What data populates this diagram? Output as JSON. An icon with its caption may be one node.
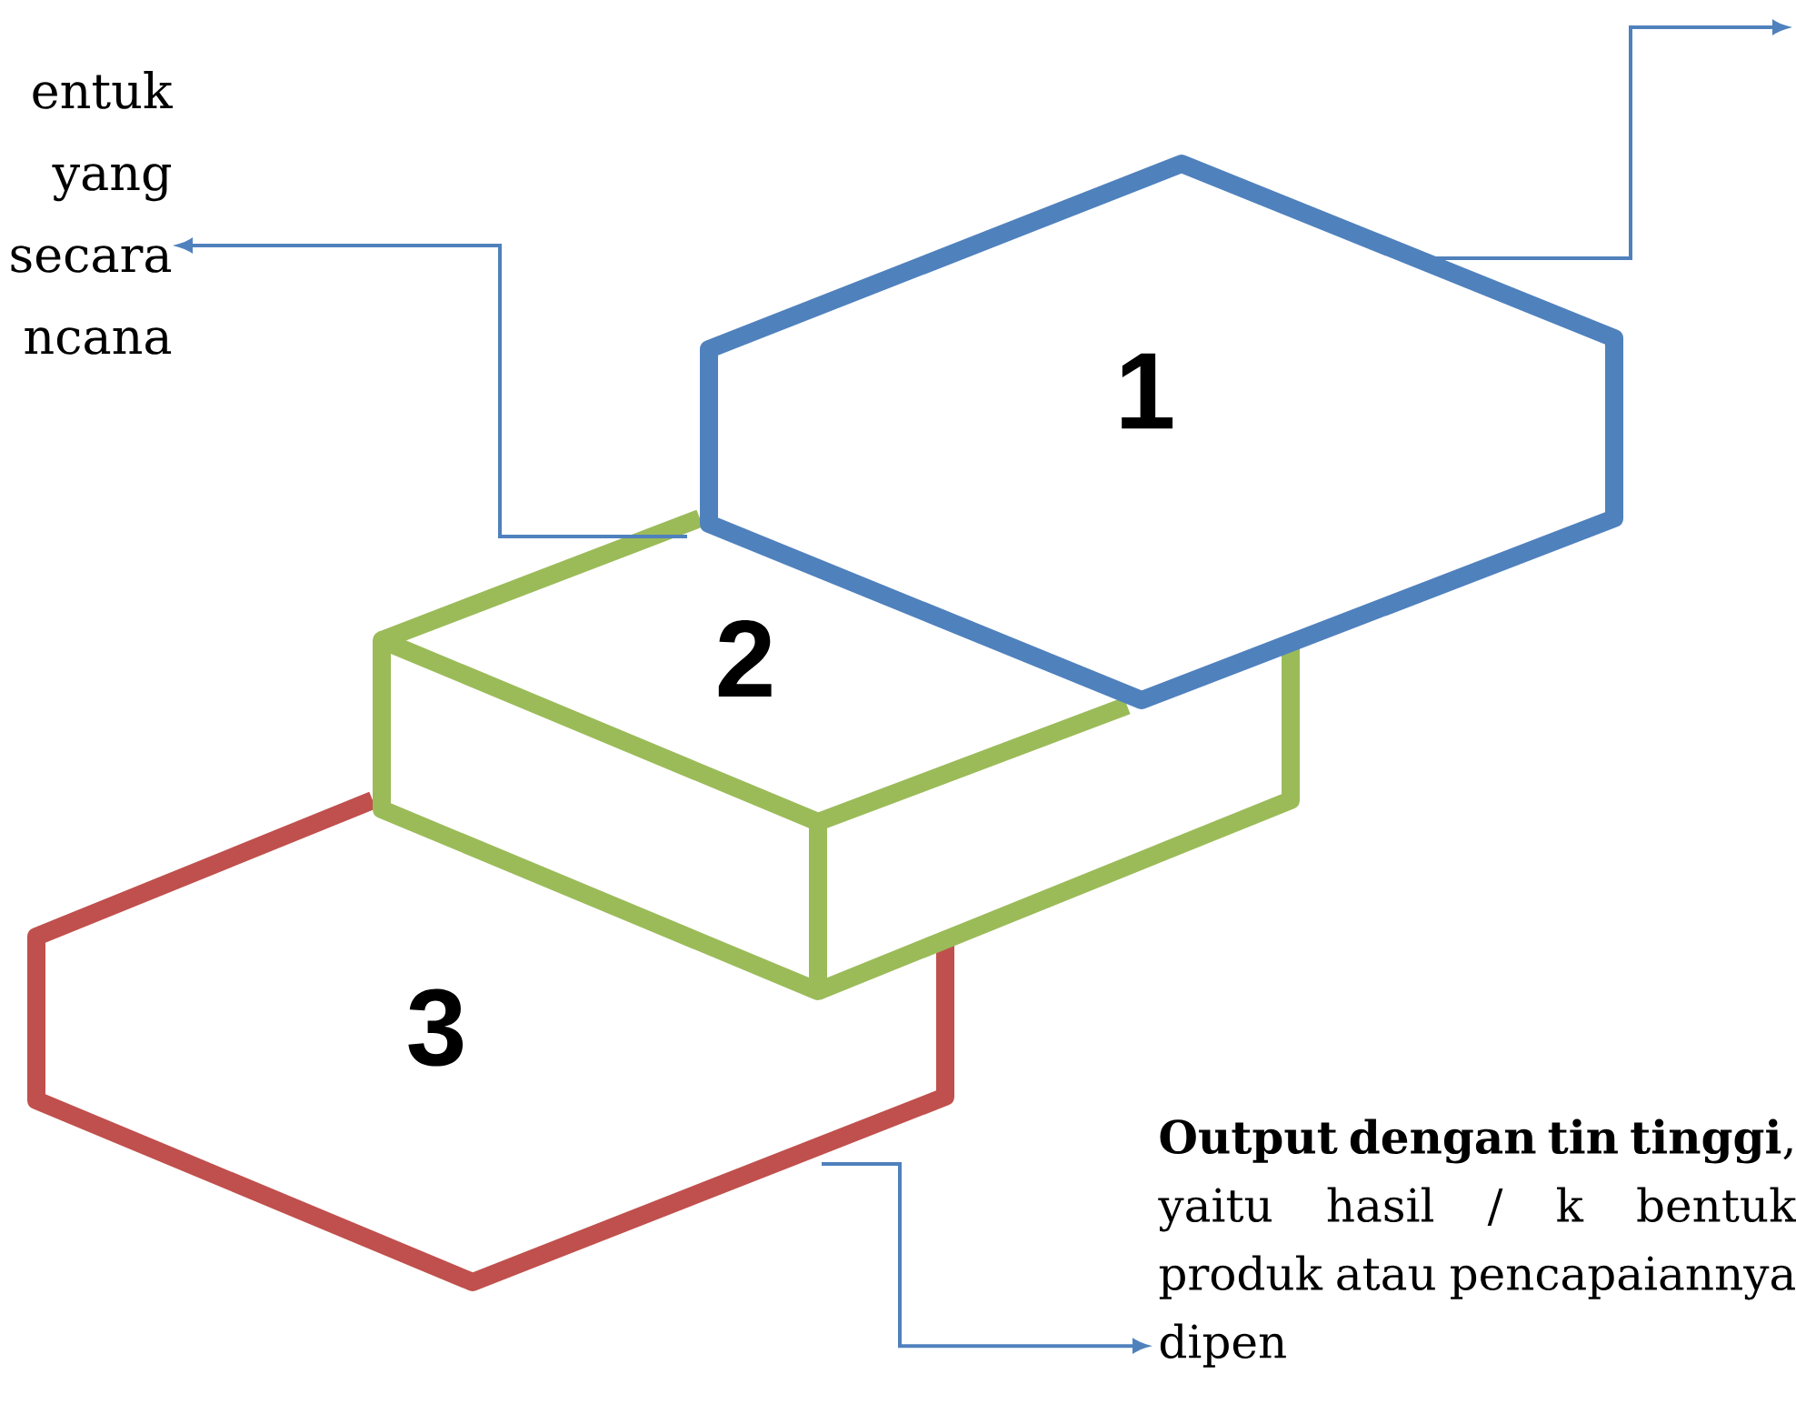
{
  "diagram": {
    "nodes": [
      {
        "text": [
          "entuk yang secara ncana"
        ]
      },
      {
        "text": [
          "1"
        ]
      },
      {
        "text": [
          "2"
        ]
      },
      {
        "text": [
          "3"
        ]
      },
      {
        "text": [
          "**Output dengan tin tinggi**, yaitu hasil / k bentuk produk atau pencapaiannya dipen"
        ]
      }
    ],
    "edges": [
      {
        "from": 1,
        "to": null,
        "arrow": "to"
      },
      {
        "from": 2,
        "to": 0,
        "arrow": "to"
      },
      {
        "from": 3,
        "to": 4,
        "arrow": "to"
      }
    ]
  }
}
